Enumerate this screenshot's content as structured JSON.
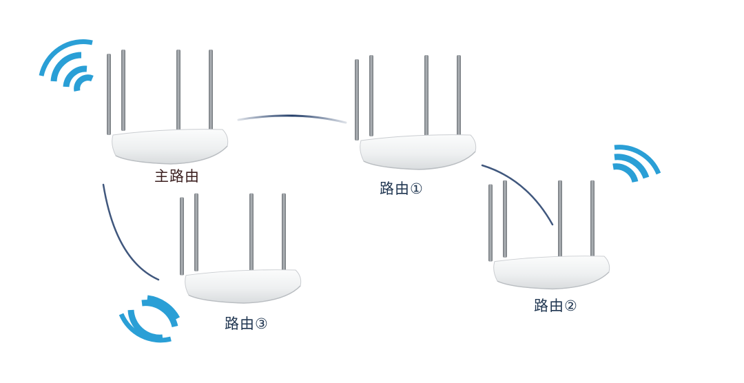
{
  "routers": [
    {
      "id": "main",
      "label": "主路由"
    },
    {
      "id": "r1",
      "label": "路由①"
    },
    {
      "id": "r2",
      "label": "路由②"
    },
    {
      "id": "r3",
      "label": "路由③"
    }
  ],
  "links": [
    {
      "from": "main",
      "to": "r1"
    },
    {
      "from": "r1",
      "to": "r2"
    },
    {
      "from": "main",
      "to": "r3"
    }
  ],
  "colors": {
    "wifi": "#2a9fd6",
    "link": "#1f3a66",
    "router_body": "#f4f5f6",
    "antenna": "#8e9398"
  }
}
